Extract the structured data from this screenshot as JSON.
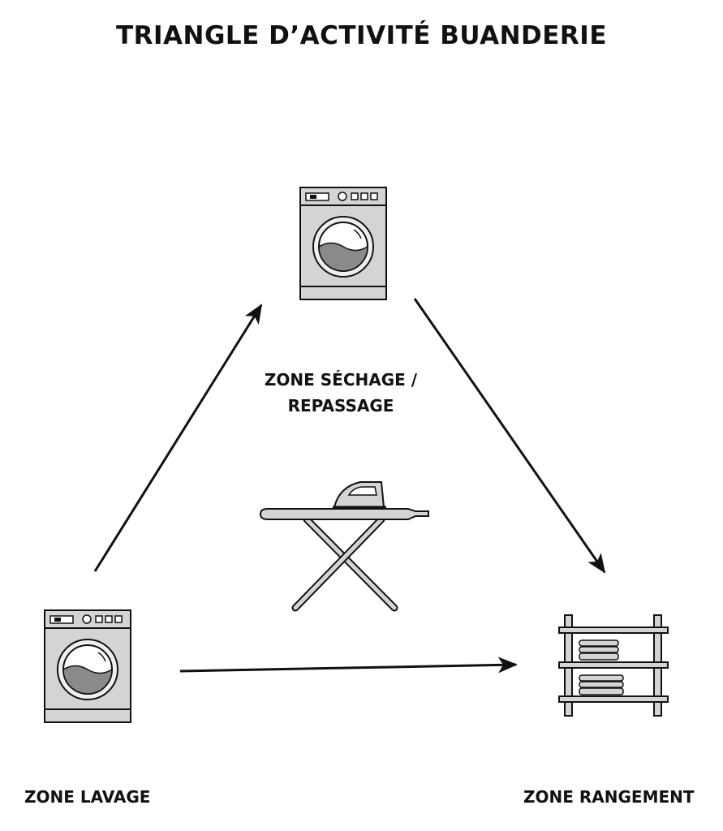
{
  "title": "TRIANGLE D’ACTIVITÉ BUANDERIE",
  "zones": {
    "drying": {
      "line1": "ZONE SÉCHAGE /",
      "line2": "REPASSAGE",
      "icons": [
        "dryer-icon",
        "ironing-board-icon",
        "iron-icon"
      ]
    },
    "washing": {
      "label": "ZONE LAVAGE",
      "icon": "washing-machine-icon"
    },
    "storage": {
      "label": "ZONE RANGEMENT",
      "icon": "shelf-icon"
    }
  },
  "arrows": [
    {
      "from": "washing",
      "to": "drying"
    },
    {
      "from": "drying",
      "to": "storage"
    },
    {
      "from": "washing",
      "to": "storage"
    }
  ],
  "colors": {
    "line": "#111111",
    "appliance_fill": "#d4d4d4",
    "water": "#8a8a8a"
  }
}
